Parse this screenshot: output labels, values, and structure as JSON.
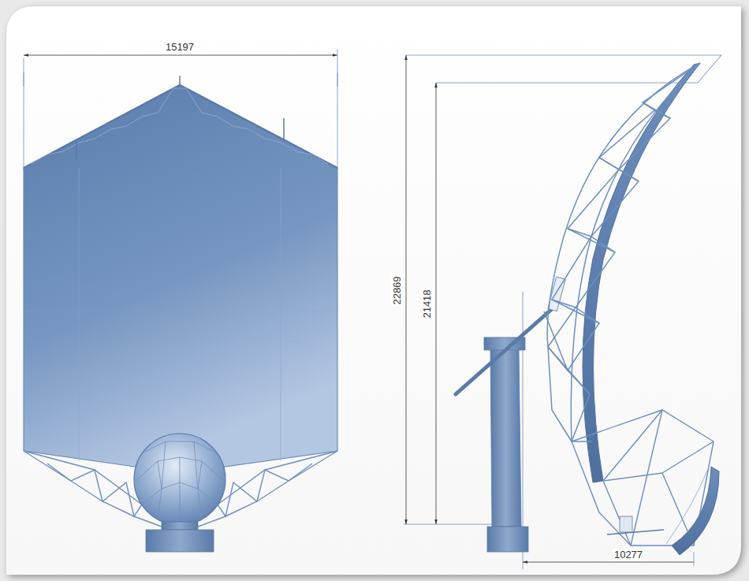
{
  "diagram": {
    "labels": [
      "15197",
      "22869",
      "21418",
      "10277"
    ]
  }
}
